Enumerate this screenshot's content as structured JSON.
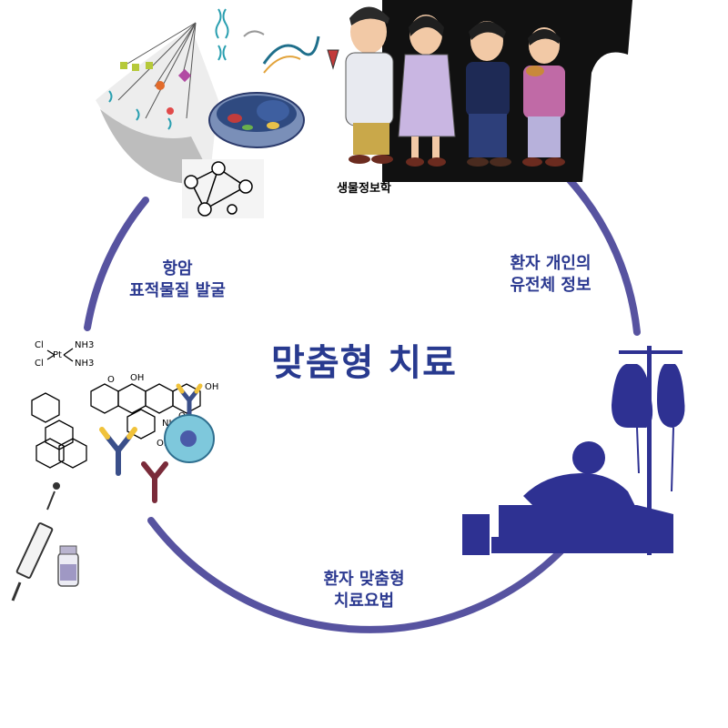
{
  "center_title": "맞춤형 치료",
  "bioinformatics_caption": "생물정보학",
  "cycle_labels": {
    "genome_info": [
      "환자 개인의",
      "유전체 정보"
    ],
    "target_discovery": [
      "항암",
      "표적물질 발굴"
    ],
    "therapy": [
      "환자 맞춤형",
      "치료요법"
    ]
  },
  "chem_labels": {
    "cl1": "Cl",
    "cl2": "Cl",
    "pt": "Pt",
    "nh3a": "NH3",
    "nh3b": "NH3",
    "o1": "O",
    "o2": "O",
    "oh1": "OH",
    "oh2": "OH",
    "oh3": "OH",
    "nh2": "NH2"
  },
  "colors": {
    "cycle": "#5753a0",
    "title": "#283a8f",
    "silhouette": "#2e3192",
    "dna": "#2a9fb0"
  }
}
